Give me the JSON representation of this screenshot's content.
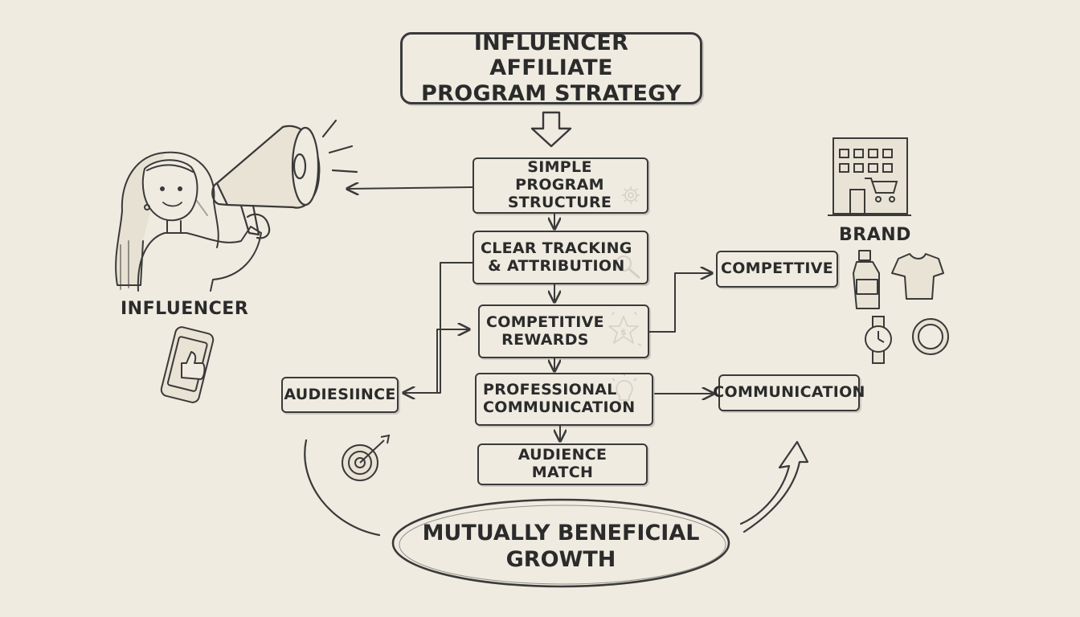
{
  "title": "INFLUENCER AFFILIATE\nPROGRAM STRATEGY",
  "steps": [
    {
      "text": "SIMPLE PROGRAM\nSTRUCTURE",
      "icon": "gear-icon"
    },
    {
      "text": "CLEAR TRACKING\n& ATTRIBUTION",
      "icon": "magnifier-icon"
    },
    {
      "text": "COMPETITIVE\nREWARDS",
      "icon": "star-icon"
    },
    {
      "text": "PROFESSIONAL\nCOMMUNICATION",
      "icon": "lightbulb-icon"
    },
    {
      "text": "AUDIENCE MATCH"
    }
  ],
  "left": {
    "label": "INFLUENCER",
    "audience_box": "AUDIESIINCE",
    "icons": [
      "influencer-figure",
      "megaphone-icon",
      "phone-thumbs-up-icon",
      "target-icon"
    ]
  },
  "right": {
    "label": "BRAND",
    "competitive_box": "COMPETTIVE",
    "communication_box": "COMMUNICATION",
    "icons": [
      "store-building-icon",
      "bottle-icon",
      "tshirt-icon",
      "watch-icon",
      "ring-icon"
    ]
  },
  "outcome": "MUTUALLY BENEFICIAL\nGROWTH",
  "colors": {
    "paper": "#efebe1",
    "ink": "#2b2b2b"
  }
}
